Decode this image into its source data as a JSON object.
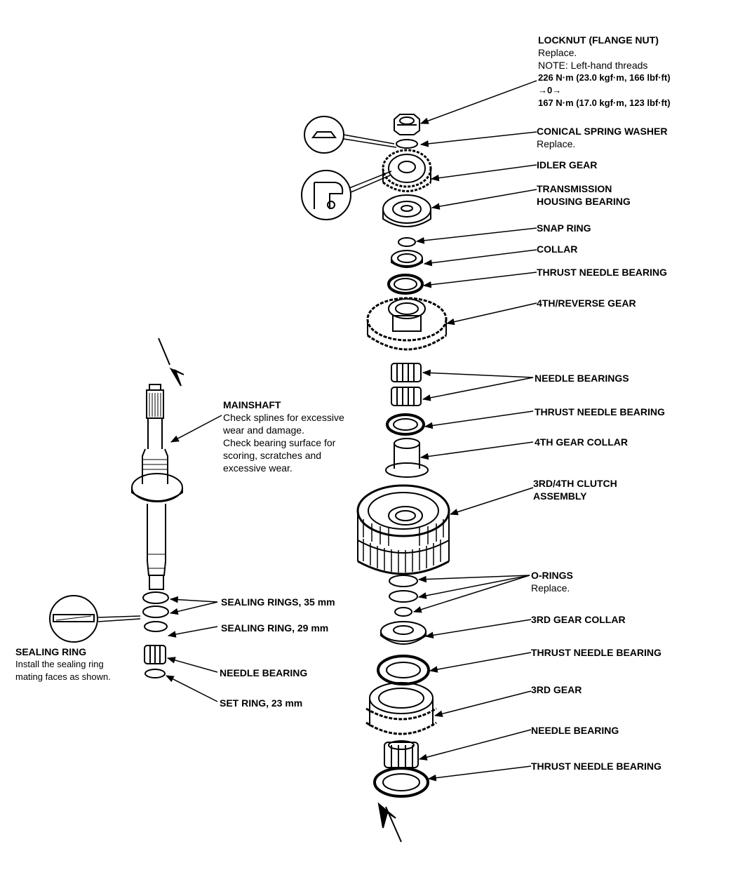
{
  "labels": {
    "locknut": {
      "title": "LOCKNUT (FLANGE NUT)",
      "lines": [
        "Replace.",
        "NOTE:  Left-hand threads"
      ],
      "torque1": "226 N·m (23.0 kgf·m, 166 lbf·ft)",
      "arrow_seq": "→0→",
      "torque2": "167 N·m (17.0 kgf·m, 123 lbf·ft)"
    },
    "conical_washer": {
      "title": "CONICAL SPRING WASHER",
      "note": "Replace."
    },
    "idler_gear": "IDLER GEAR",
    "housing_bearing": {
      "line1": "TRANSMISSION",
      "line2": "HOUSING BEARING"
    },
    "snap_ring": "SNAP RING",
    "collar": "COLLAR",
    "thrust_bearing_1": "THRUST NEEDLE BEARING",
    "gear_4th_rev": "4TH/REVERSE GEAR",
    "needle_bearings": "NEEDLE BEARINGS",
    "thrust_bearing_2": "THRUST NEEDLE BEARING",
    "collar_4th": "4TH GEAR COLLAR",
    "clutch": {
      "line1": "3RD/4TH CLUTCH",
      "line2": "ASSEMBLY"
    },
    "orings": {
      "title": "O-RINGS",
      "note": "Replace."
    },
    "collar_3rd": "3RD GEAR COLLAR",
    "thrust_bearing_3": "THRUST NEEDLE BEARING",
    "gear_3rd": "3RD GEAR",
    "needle_bearing_r": "NEEDLE BEARING",
    "thrust_bearing_4": "THRUST NEEDLE BEARING",
    "mainshaft": {
      "title": "MAINSHAFT",
      "lines": [
        "Check splines for excessive",
        "wear and damage.",
        "Check bearing surface for",
        "scoring, scratches and",
        "excessive wear."
      ]
    },
    "sealing_rings_35": "SEALING RINGS, 35 mm",
    "sealing_ring_29": "SEALING RING, 29 mm",
    "needle_bearing_l": "NEEDLE BEARING",
    "set_ring": "SET RING, 23 mm",
    "sealing_ring_note": {
      "title": "SEALING RING",
      "lines": [
        "Install the sealing ring",
        "mating faces as shown."
      ]
    }
  }
}
